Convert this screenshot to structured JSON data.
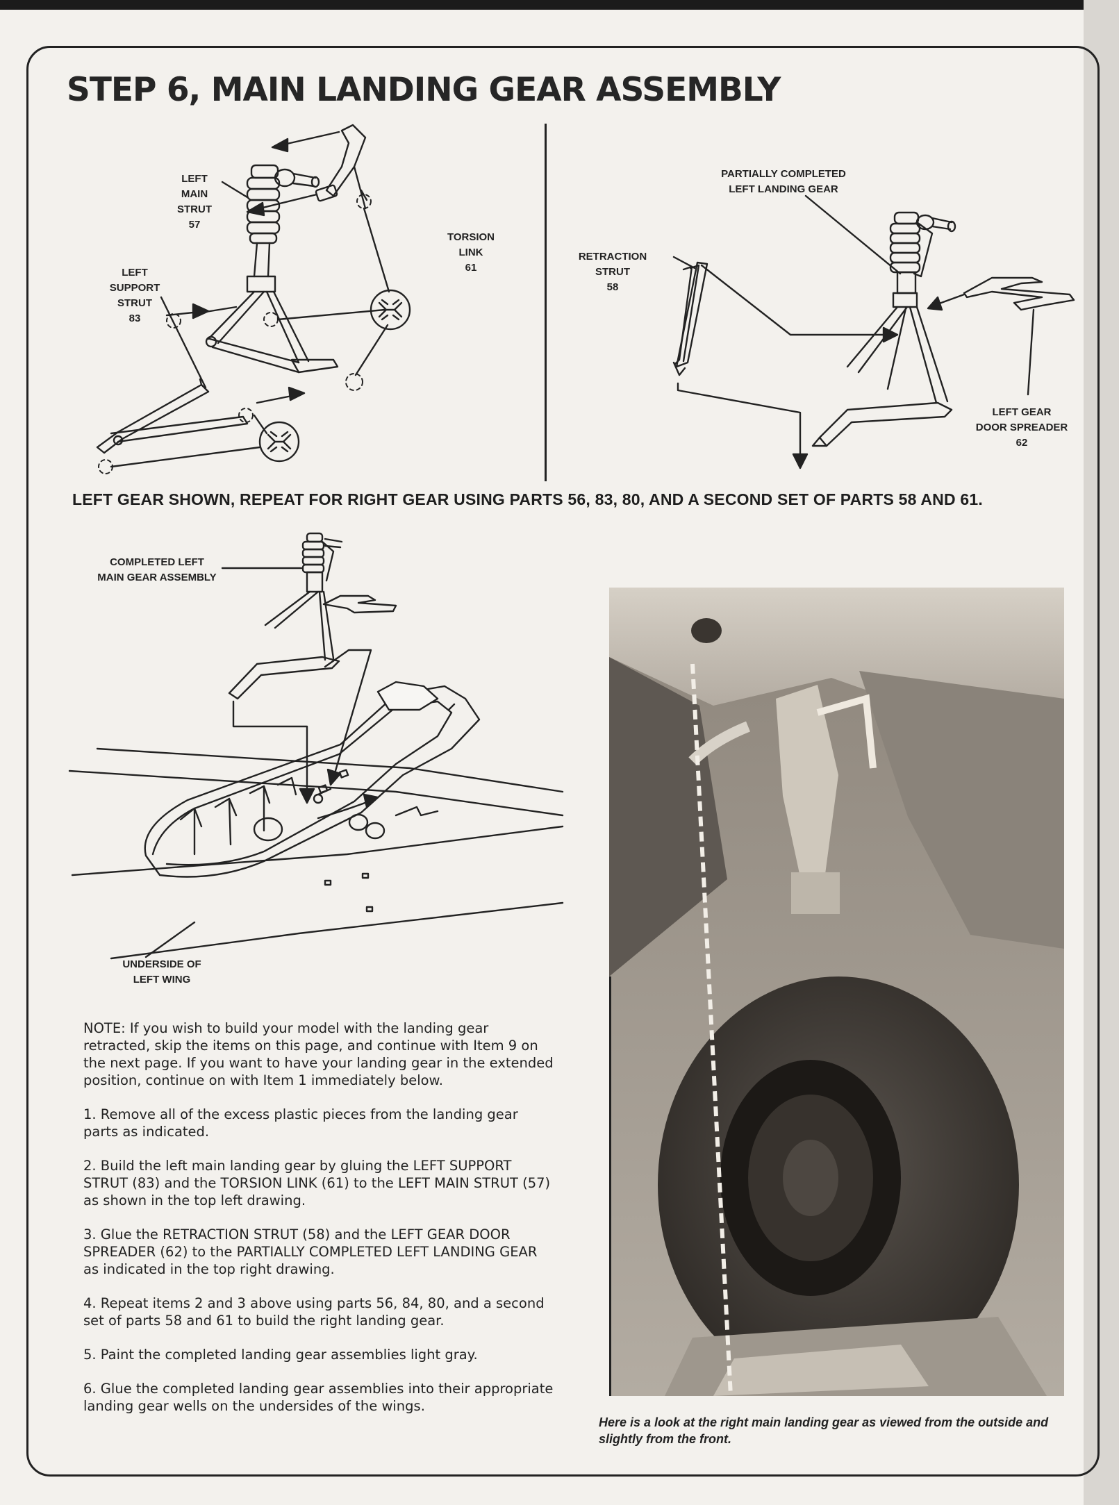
{
  "page": {
    "title": "STEP 6, MAIN LANDING GEAR ASSEMBLY"
  },
  "top_left_drawing": {
    "labels": {
      "left_main_strut": "LEFT\nMAIN\nSTRUT\n57",
      "torsion_link": "TORSION\nLINK\n61",
      "left_support_strut": "LEFT\nSUPPORT\nSTRUT\n83"
    }
  },
  "top_right_drawing": {
    "labels": {
      "partially_completed": "PARTIALLY COMPLETED\nLEFT LANDING GEAR",
      "retraction_strut": "RETRACTION\nSTRUT\n58",
      "door_spreader": "LEFT GEAR\nDOOR SPREADER\n62"
    }
  },
  "banner": "LEFT GEAR SHOWN, REPEAT FOR RIGHT GEAR USING PARTS 56, 83, 80, AND A SECOND SET OF PARTS 58 AND 61.",
  "bottom_drawing": {
    "labels": {
      "completed_assembly": "COMPLETED LEFT\nMAIN GEAR ASSEMBLY",
      "underside_wing": "UNDERSIDE OF\nLEFT WING"
    }
  },
  "instructions": {
    "note": "NOTE:  If you wish to build your model with the landing gear retracted, skip the items on this page, and continue with Item 9 on the next page.  If you want to have your landing gear in the extended position, continue on with Item 1 immediately below.",
    "steps": [
      "1.  Remove all of the excess plastic pieces from the landing gear parts as indicated.",
      "2.  Build the left main landing gear by gluing the LEFT SUPPORT STRUT (83) and the TORSION LINK (61) to the LEFT MAIN STRUT (57) as shown in the top left drawing.",
      "3.  Glue the RETRACTION STRUT (58) and the LEFT GEAR DOOR SPREADER (62) to the PARTIALLY COMPLETED LEFT LANDING GEAR as indicated in the top right drawing.",
      "4.  Repeat items 2 and 3 above using parts 56, 84, 80, and a second set of parts 58 and 61 to build the right landing gear.",
      "5.  Paint the completed landing gear assemblies light gray.",
      "6.  Glue the completed landing gear assemblies into their appropriate landing gear wells on the undersides of the wings."
    ]
  },
  "photo": {
    "caption": "Here is a look at the right main landing gear as viewed from the outside and slightly from the front."
  }
}
